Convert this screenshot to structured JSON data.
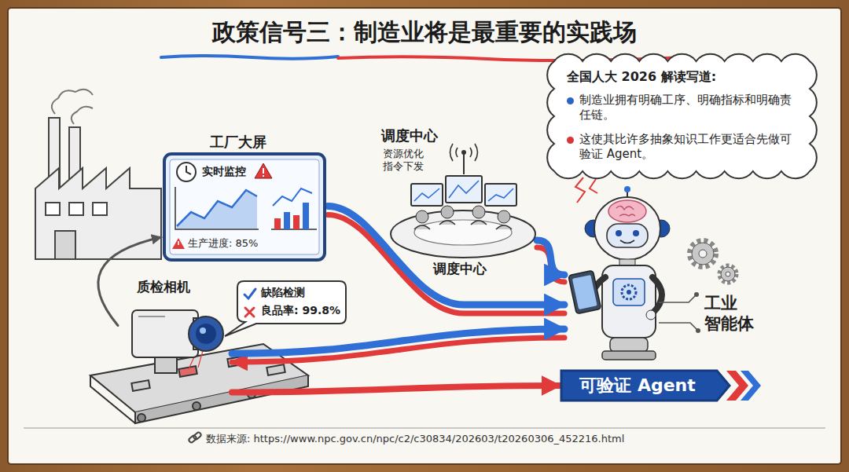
{
  "diagram": {
    "title": "政策信号三：制造业将是最重要的实践场",
    "nodes": [
      {
        "text": [
          "工厂大屏",
          "实时监控",
          "生产进度: 85%"
        ]
      },
      {
        "text": [
          "调度中心",
          "资源优化 指令下发",
          "调度中心"
        ]
      },
      {
        "text": [
          "质检相机"
        ]
      },
      {
        "text": [
          "缺陷检测",
          "良品率: 99.8%"
        ]
      },
      {
        "text": [
          "全国人大 2026 解读写道:",
          "制造业拥有明确工序、明确指标和明确责任链。",
          "这使其比许多抽象知识工作更适合先做可验证 Agent。"
        ]
      },
      {
        "text": [
          "工业 智能体"
        ]
      },
      {
        "text": [
          "可验证 Agent"
        ]
      }
    ],
    "edges": [
      {
        "from": 0,
        "to": 5,
        "arrow": "to"
      },
      {
        "from": 1,
        "to": 5,
        "arrow": "to"
      },
      {
        "from": 2,
        "to": 5,
        "arrow": "both"
      },
      {
        "from": 2,
        "to": 0,
        "arrow": "to"
      },
      {
        "from": 2,
        "to": 6,
        "arrow": "to"
      }
    ],
    "labels": [
      "数据来源: https://www.npc.gov.cn/npc/c2/c30834/202603/t20260306_452216.html"
    ]
  }
}
